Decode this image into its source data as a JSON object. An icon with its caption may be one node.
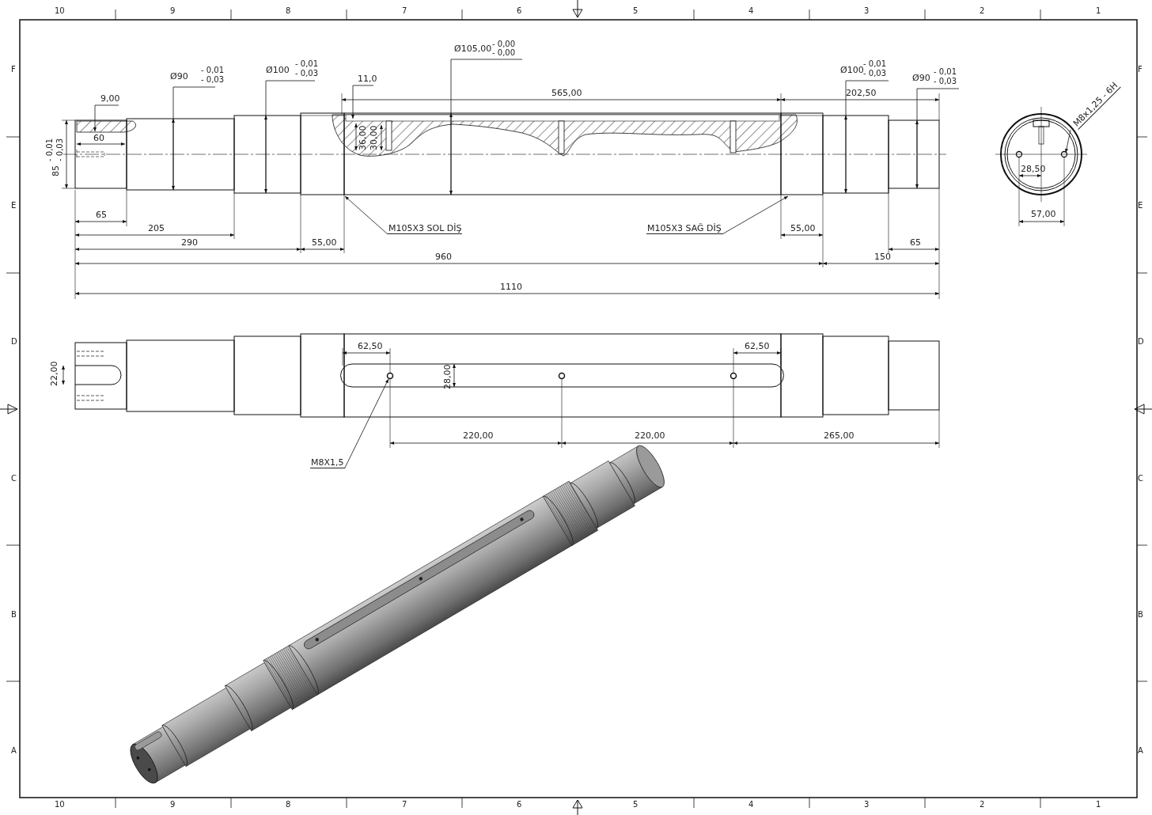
{
  "diagram": {
    "nodes": [
      {
        "text": [
          "M105X3 SOL DİŞ"
        ]
      },
      {
        "text": [
          "M105X3 SAĞ DİŞ"
        ]
      },
      {
        "text": [
          "M8X1,5"
        ]
      },
      {
        "text": [
          "M8x1,25 - 6H"
        ]
      },
      {
        "text": [],
        "shape": "picture"
      },
      {
        "text": [],
        "shape": "picture"
      },
      {
        "text": [],
        "shape": "picture"
      }
    ],
    "edges": [
      {
        "from": 0,
        "to": 4,
        "arrow": "to"
      },
      {
        "from": 1,
        "to": 4,
        "arrow": "to"
      },
      {
        "from": 2,
        "to": 5,
        "arrow": "to"
      },
      {
        "from": 3,
        "to": 6,
        "arrow": "to"
      }
    ],
    "labels": [
      "10",
      "9",
      "8",
      "7",
      "6",
      "5",
      "4",
      "3",
      "2",
      "1",
      "F",
      "E",
      "D",
      "C",
      "B",
      "A",
      "F",
      "E",
      "D",
      "C",
      "B",
      "A",
      "10",
      "9",
      "8",
      "7",
      "6",
      "5",
      "4",
      "3",
      "2",
      "1",
      "Ø105,00",
      "- 0,00",
      "- 0,00",
      "Ø90",
      "- 0,01",
      "- 0,03",
      "Ø100",
      "- 0,01",
      "- 0,03",
      "Ø100",
      "- 0,01",
      "- 0,03",
      "Ø90",
      "- 0,01",
      "- 0,03",
      "9,00",
      "11,0",
      "565,00",
      "202,50",
      "60",
      "85",
      "- 0,01",
      "- 0,03",
      "36,00",
      "30,00",
      "28,50",
      "65",
      "57,00",
      "205",
      "290",
      "55,00",
      "55,00",
      "960",
      "150",
      "65",
      "1110",
      "62,50",
      "62,50",
      "22,00",
      "28,00",
      "220,00",
      "220,00",
      "265,00"
    ]
  }
}
